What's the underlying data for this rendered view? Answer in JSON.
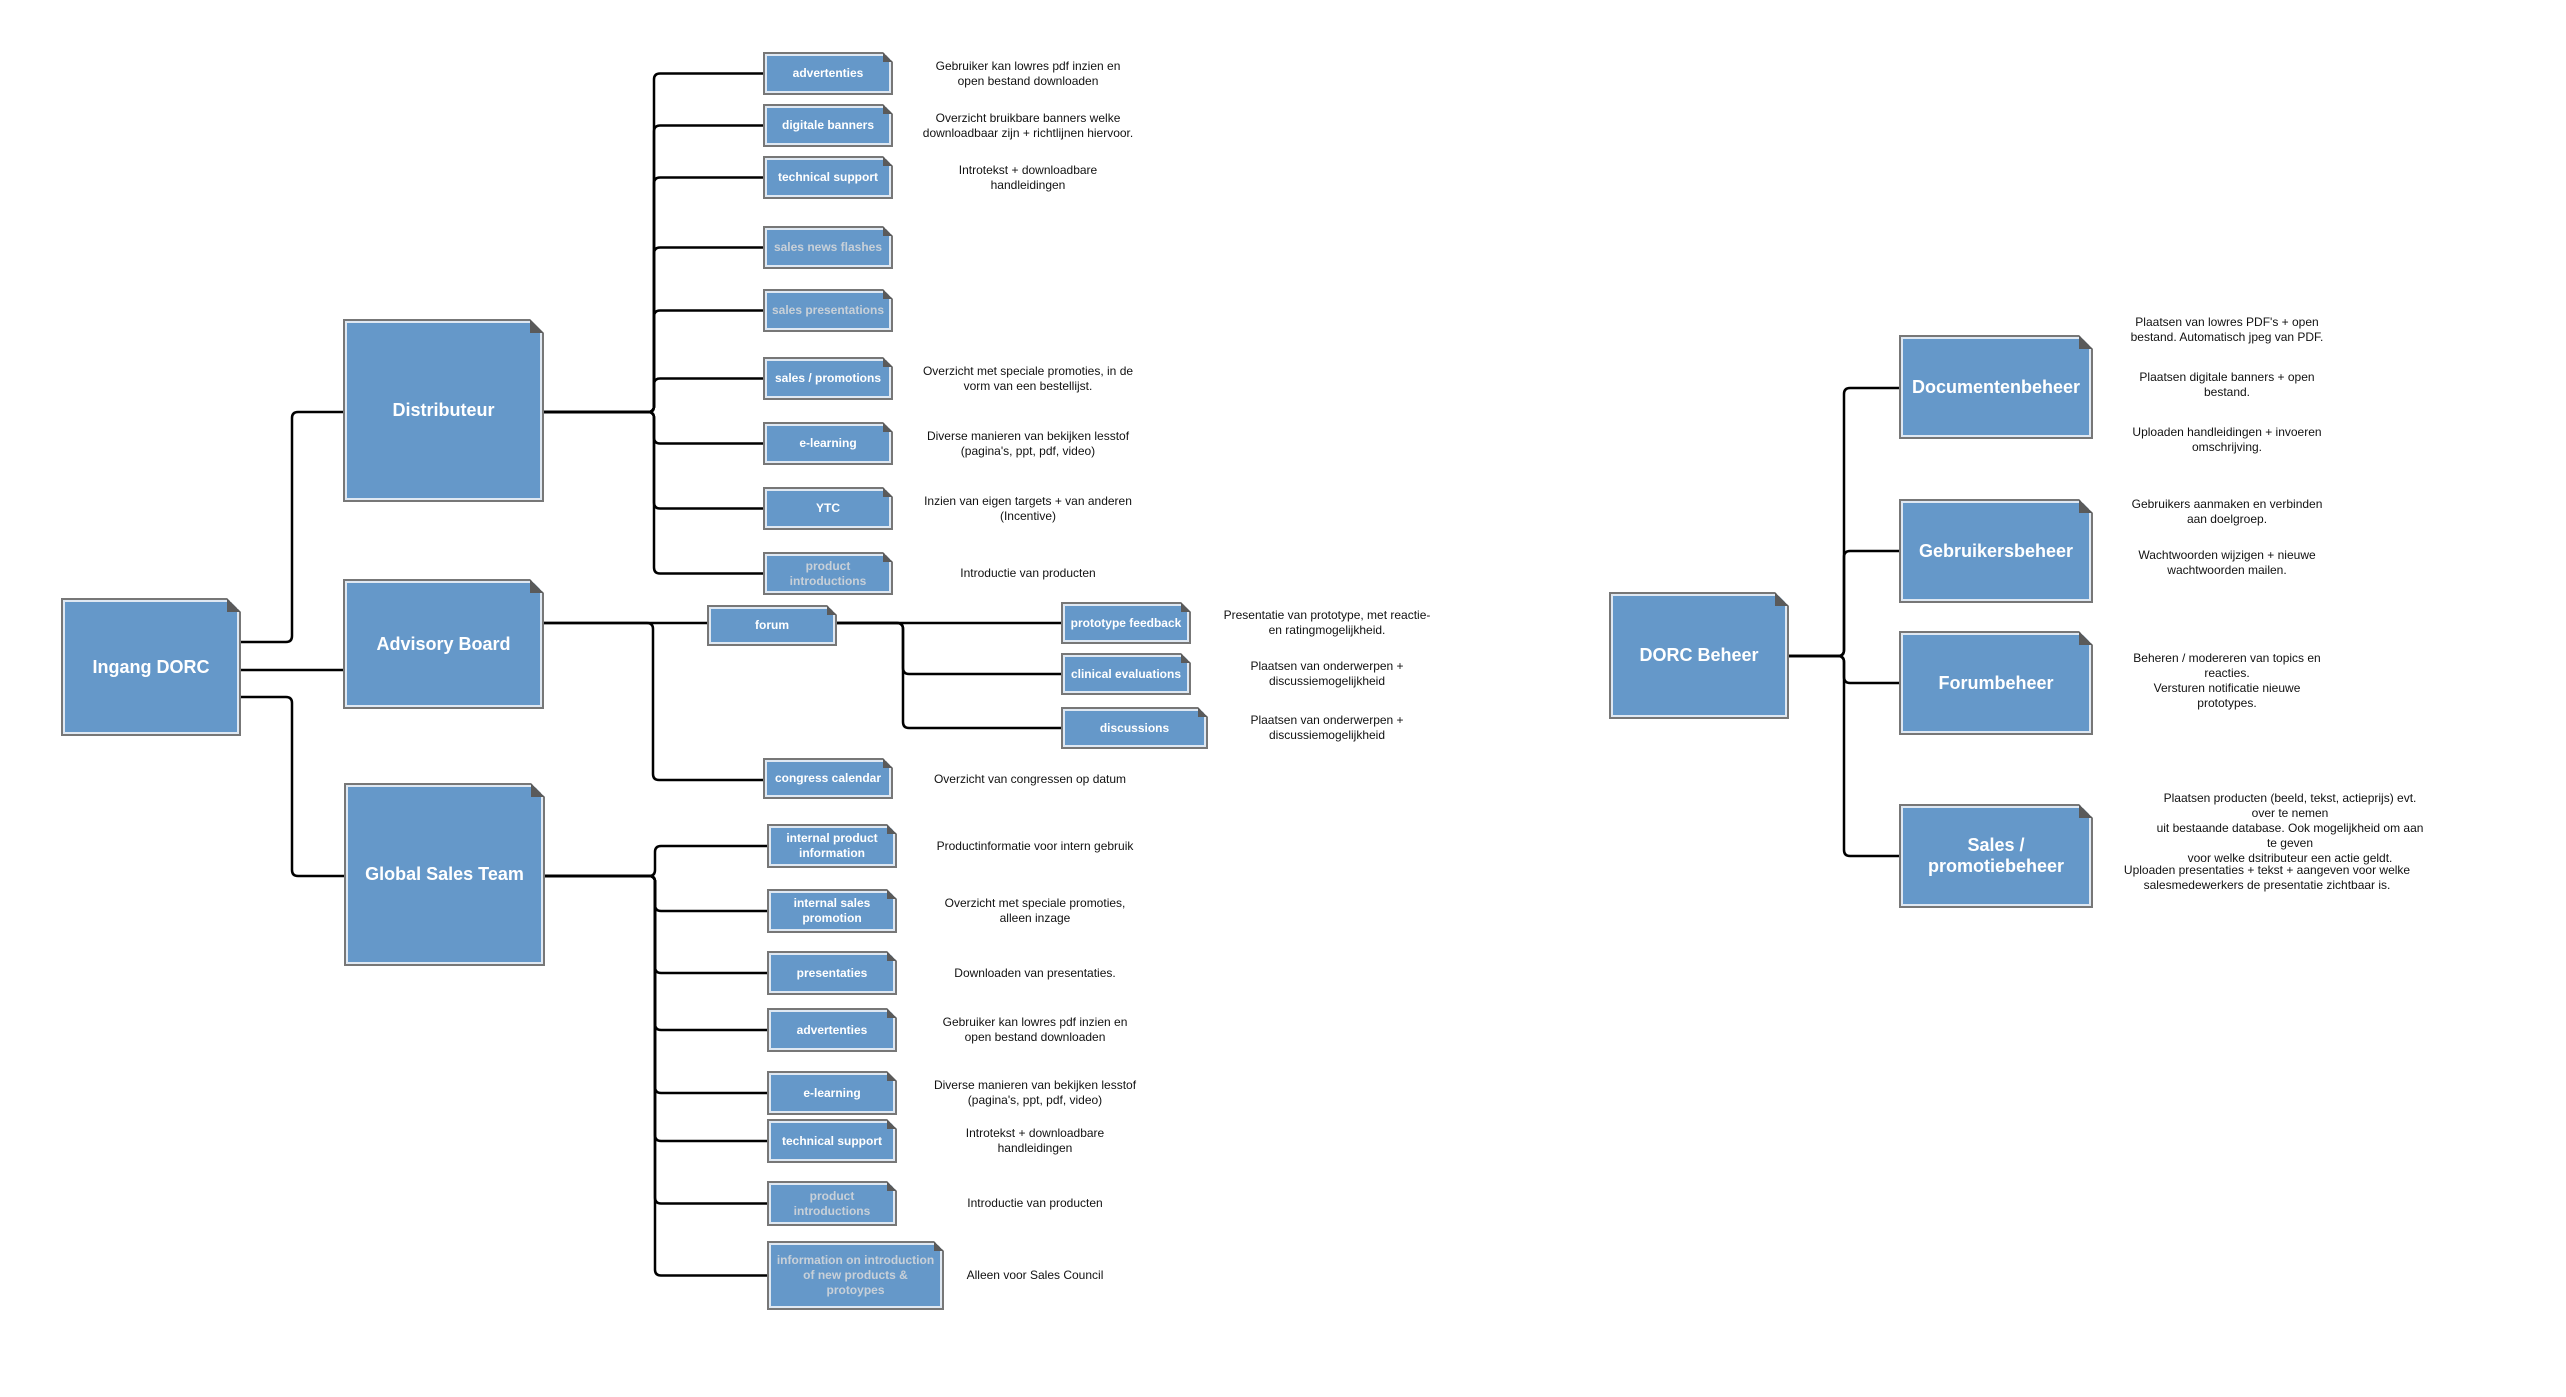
{
  "colors": {
    "node_fill": "#6598c9",
    "node_border": "#777777",
    "node_text": "#ffffff",
    "node_text_dim": "#c8d0d8",
    "connector": "#000000",
    "note_text": "#111111"
  },
  "left_tree": {
    "root": {
      "label": "Ingang DORC"
    },
    "distributeur": {
      "label": "Distributeur",
      "children": [
        {
          "label": "advertenties",
          "dim": false,
          "note": "Gebruiker kan lowres pdf inzien en\nopen bestand downloaden"
        },
        {
          "label": "digitale banners",
          "dim": false,
          "note": "Overzicht bruikbare banners welke\ndownloadbaar zijn + richtlijnen hiervoor."
        },
        {
          "label": "technical support",
          "dim": false,
          "note": "Introtekst + downloadbare\nhandleidingen"
        },
        {
          "label": "sales news flashes",
          "dim": true,
          "note": ""
        },
        {
          "label": "sales presentations",
          "dim": true,
          "note": ""
        },
        {
          "label": "sales / promotions",
          "dim": false,
          "note": "Overzicht met speciale promoties, in de\nvorm van een bestellijst."
        },
        {
          "label": "e-learning",
          "dim": false,
          "note": "Diverse manieren van bekijken lesstof\n(pagina's, ppt, pdf, video)"
        },
        {
          "label": "YTC",
          "dim": false,
          "note": "Inzien van eigen targets + van anderen\n(Incentive)"
        },
        {
          "label": "product introductions",
          "dim": true,
          "note": "Introductie van producten"
        }
      ]
    },
    "advisory_board": {
      "label": "Advisory Board",
      "forum": {
        "label": "forum",
        "children": [
          {
            "label": "prototype feedback",
            "note": "Presentatie van prototype, met reactie-\nen ratingmogelijkheid."
          },
          {
            "label": "clinical evaluations",
            "note": "Plaatsen van onderwerpen +\ndiscussiemogelijkheid"
          },
          {
            "label": "discussions",
            "note": "Plaatsen van onderwerpen +\ndiscussiemogelijkheid"
          }
        ]
      },
      "congress": {
        "label": "congress calendar",
        "note": "Overzicht van congressen op datum"
      }
    },
    "global_sales_team": {
      "label": "Global Sales Team",
      "children": [
        {
          "label": "internal product information",
          "dim": false,
          "note": "Productinformatie voor intern gebruik"
        },
        {
          "label": "internal sales promotion",
          "dim": false,
          "note": "Overzicht met speciale promoties,\nalleen inzage"
        },
        {
          "label": "presentaties",
          "dim": false,
          "note": "Downloaden van presentaties."
        },
        {
          "label": "advertenties",
          "dim": false,
          "note": "Gebruiker kan lowres pdf inzien en\nopen bestand downloaden"
        },
        {
          "label": "e-learning",
          "dim": false,
          "note": "Diverse manieren van bekijken lesstof\n(pagina's, ppt, pdf, video)"
        },
        {
          "label": "technical support",
          "dim": false,
          "note": "Introtekst + downloadbare\nhandleidingen"
        },
        {
          "label": "product introductions",
          "dim": true,
          "note": "Introductie van producten"
        },
        {
          "label": "information on introduction of new products & protoypes",
          "dim": true,
          "note": "Alleen voor Sales Council"
        }
      ]
    }
  },
  "right_tree": {
    "root": {
      "label": "DORC Beheer"
    },
    "children": [
      {
        "label": "Documentenbeheer",
        "notes": [
          "Plaatsen van lowres PDF's + open\nbestand. Automatisch jpeg van PDF.",
          "Plaatsen digitale banners + open\nbestand.",
          "Uploaden handleidingen + invoeren\nomschrijving."
        ]
      },
      {
        "label": "Gebruikersbeheer",
        "notes": [
          "Gebruikers aanmaken en verbinden\naan doelgroep.",
          "Wachtwoorden wijzigen + nieuwe\nwachtwoorden mailen."
        ]
      },
      {
        "label": "Forumbeheer",
        "notes": [
          "Beheren / modereren van topics en\nreacties.\nVersturen notificatie nieuwe\nprototypes."
        ]
      },
      {
        "label": "Sales / promotiebeheer",
        "notes": [
          "Plaatsen producten (beeld, tekst, actieprijs) evt. over te nemen\nuit bestaande database. Ook mogelijkheid om aan te geven\nvoor welke dsitributeur een actie geldt.",
          "Uploaden presentaties + tekst + aangeven voor welke\nsalesmedewerkers de presentatie zichtbaar is."
        ]
      }
    ]
  }
}
